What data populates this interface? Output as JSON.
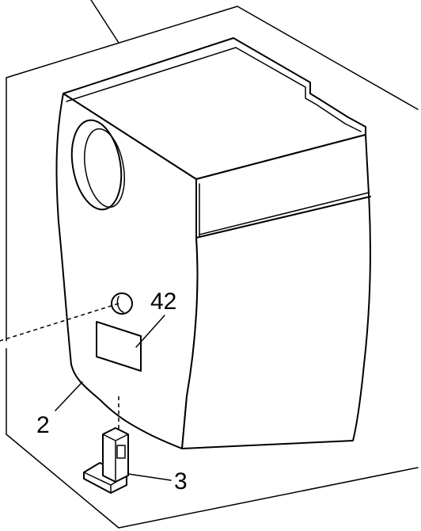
{
  "callouts": {
    "part_42": "42",
    "part_2": "2",
    "part_3": "3"
  },
  "colors": {
    "line": "#000000",
    "background": "#ffffff"
  }
}
